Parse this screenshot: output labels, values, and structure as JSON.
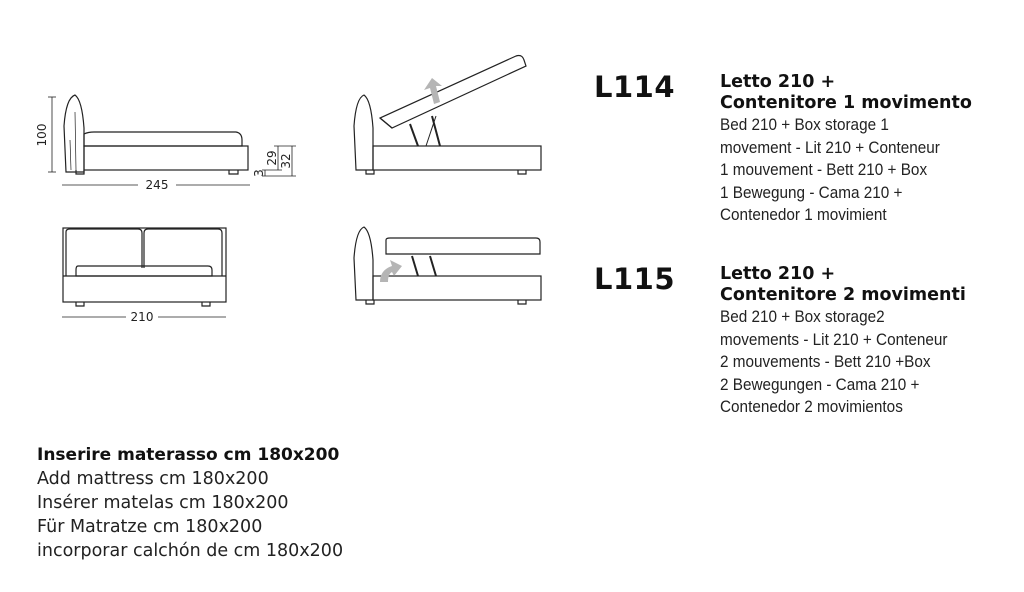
{
  "drawings": {
    "side_view_dims": {
      "height": "100",
      "length": "245",
      "d1": "3",
      "d2": "29",
      "d3": "32"
    },
    "front_view_dims": {
      "width": "210"
    }
  },
  "products": [
    {
      "code": "L114",
      "title": [
        "Letto 210 +",
        "Contenitore 1 movimento"
      ],
      "desc": [
        "Bed 210 + Box storage 1",
        "movement  - Lit 210 + Conteneur",
        "1 mouvement - Bett 210 + Box",
        "1 Bewegung - Cama 210 +",
        "Contenedor 1 movimient"
      ]
    },
    {
      "code": "L115",
      "title": [
        "Letto 210 +",
        "Contenitore 2 movimenti"
      ],
      "desc": [
        "Bed 210 + Box storage2",
        "movements  - Lit 210 + Conteneur",
        "2 mouvements - Bett 210 +Box",
        "2 Bewegungen - Cama 210 +",
        "Contenedor 2 movimientos"
      ]
    }
  ],
  "mattress": {
    "title": "Inserire materasso cm 180x200",
    "lines": [
      "Add mattress cm 180x200",
      "Insérer matelas cm 180x200",
      "Für Matratze cm 180x200",
      "incorporar calchón de cm 180x200"
    ]
  }
}
